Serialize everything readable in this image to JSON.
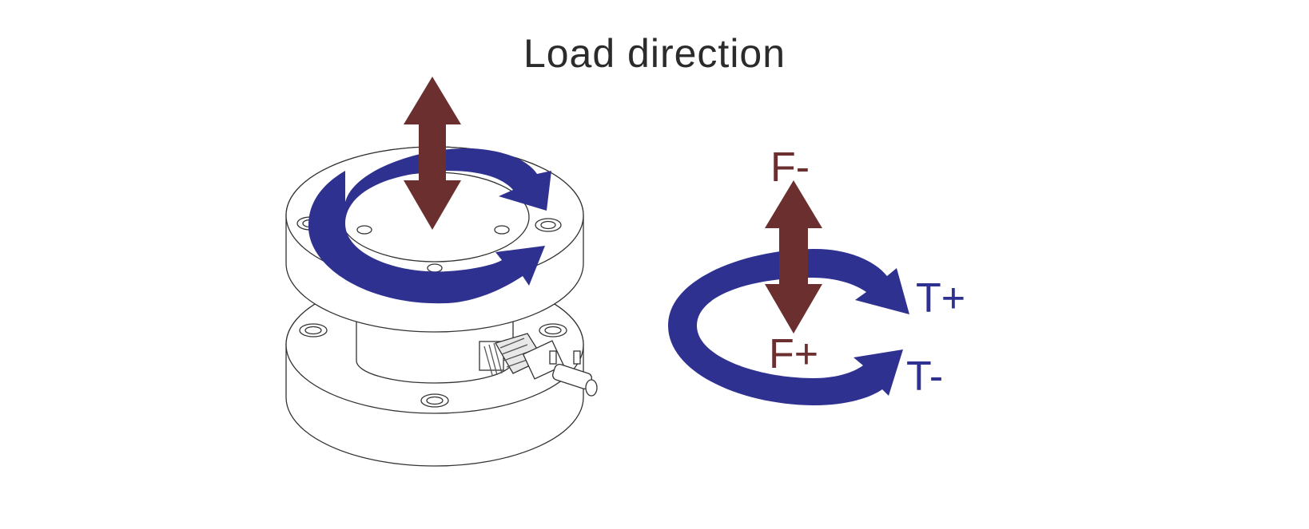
{
  "title": "Load direction",
  "labels": {
    "f_minus": "F-",
    "f_plus": "F+",
    "t_plus": "T+",
    "t_minus": "T-"
  },
  "colors": {
    "force_arrow": "#6b2f2f",
    "torque_arrow": "#2e3190",
    "line_art": "#333333",
    "title_text": "#2b2b2b"
  }
}
